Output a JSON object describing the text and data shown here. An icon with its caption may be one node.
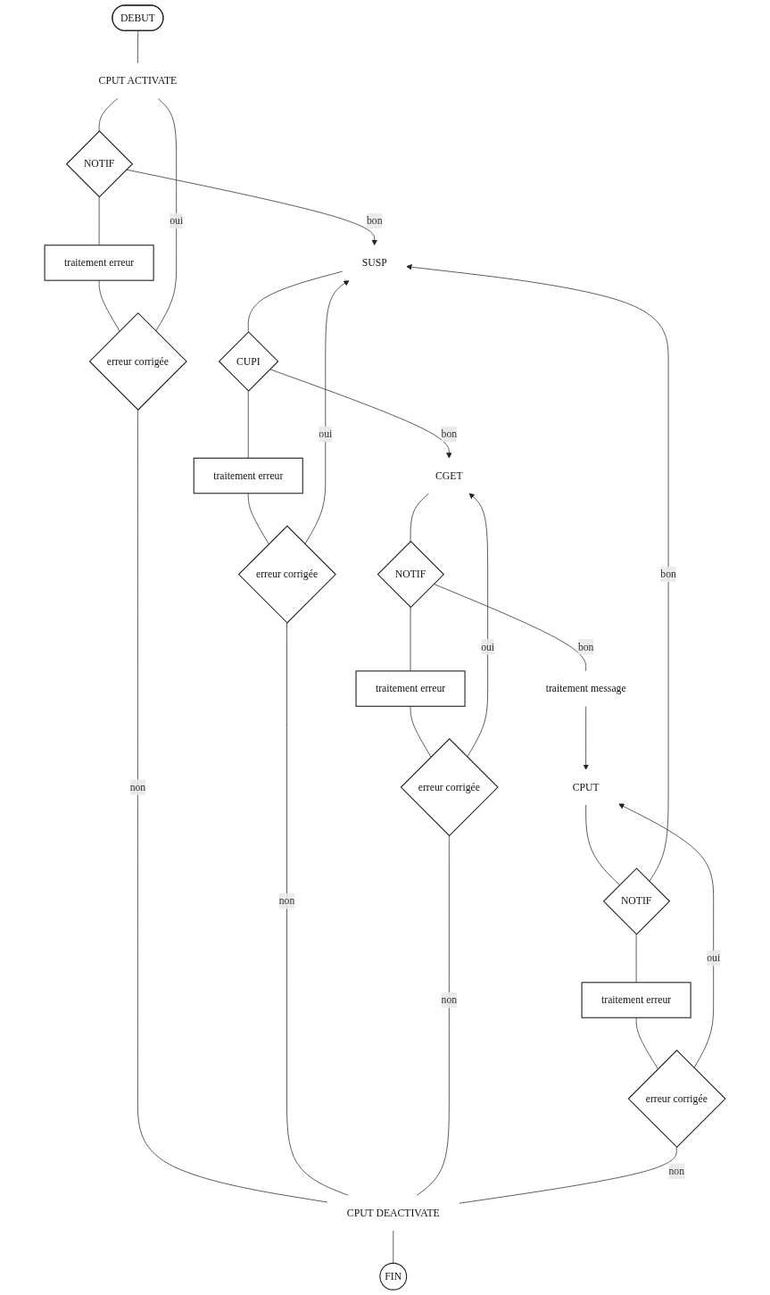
{
  "diagram": {
    "nodes": [
      {
        "text": [
          "DEBUT"
        ]
      },
      {
        "text": [
          "CPUT ACTIVATE"
        ]
      },
      {
        "text": [
          "NOTIF"
        ]
      },
      {
        "text": [
          "traitement erreur"
        ]
      },
      {
        "text": [
          "erreur corrigée"
        ]
      },
      {
        "text": [
          "SUSP"
        ]
      },
      {
        "text": [
          "CUPI"
        ]
      },
      {
        "text": [
          "traitement erreur"
        ]
      },
      {
        "text": [
          "erreur corrigée"
        ]
      },
      {
        "text": [
          "CGET"
        ]
      },
      {
        "text": [
          "NOTIF"
        ]
      },
      {
        "text": [
          "traitement erreur"
        ]
      },
      {
        "text": [
          "erreur corrigée"
        ]
      },
      {
        "text": [
          "traitement message"
        ]
      },
      {
        "text": [
          "CPUT"
        ]
      },
      {
        "text": [
          "NOTIF"
        ]
      },
      {
        "text": [
          "traitement erreur"
        ]
      },
      {
        "text": [
          "erreur corrigée"
        ]
      },
      {
        "text": [
          "CPUT DEACTIVATE"
        ]
      },
      {
        "text": [
          "FIN"
        ]
      }
    ],
    "edges": [
      {
        "from": 0,
        "to": 1,
        "arrow": "none"
      },
      {
        "from": 1,
        "to": 2,
        "arrow": "none"
      },
      {
        "from": 2,
        "to": 3,
        "arrow": "none"
      },
      {
        "from": 3,
        "to": 4,
        "arrow": "none"
      },
      {
        "from": 4,
        "to": 1,
        "arrow": "none",
        "label": "oui"
      },
      {
        "from": 2,
        "to": 5,
        "arrow": "to",
        "label": "bon"
      },
      {
        "from": 5,
        "to": 6,
        "arrow": "none"
      },
      {
        "from": 6,
        "to": 7,
        "arrow": "none"
      },
      {
        "from": 7,
        "to": 8,
        "arrow": "none"
      },
      {
        "from": 8,
        "to": 5,
        "arrow": "to",
        "label": "oui"
      },
      {
        "from": 6,
        "to": 9,
        "arrow": "to",
        "label": "bon"
      },
      {
        "from": 9,
        "to": 10,
        "arrow": "none"
      },
      {
        "from": 10,
        "to": 11,
        "arrow": "none"
      },
      {
        "from": 11,
        "to": 12,
        "arrow": "none"
      },
      {
        "from": 12,
        "to": 9,
        "arrow": "to",
        "label": "oui"
      },
      {
        "from": 10,
        "to": 13,
        "arrow": "none",
        "label": "bon"
      },
      {
        "from": 13,
        "to": 14,
        "arrow": "to"
      },
      {
        "from": 14,
        "to": 15,
        "arrow": "none"
      },
      {
        "from": 15,
        "to": 16,
        "arrow": "none"
      },
      {
        "from": 16,
        "to": 17,
        "arrow": "none"
      },
      {
        "from": 17,
        "to": 14,
        "arrow": "to",
        "label": "oui"
      },
      {
        "from": 15,
        "to": 5,
        "arrow": "to",
        "label": "bon"
      },
      {
        "from": 4,
        "to": 18,
        "arrow": "none",
        "label": "non"
      },
      {
        "from": 8,
        "to": 18,
        "arrow": "none",
        "label": "non"
      },
      {
        "from": 12,
        "to": 18,
        "arrow": "none",
        "label": "non"
      },
      {
        "from": 17,
        "to": 18,
        "arrow": "none",
        "label": "non"
      },
      {
        "from": 18,
        "to": 19,
        "arrow": "none"
      }
    ]
  }
}
